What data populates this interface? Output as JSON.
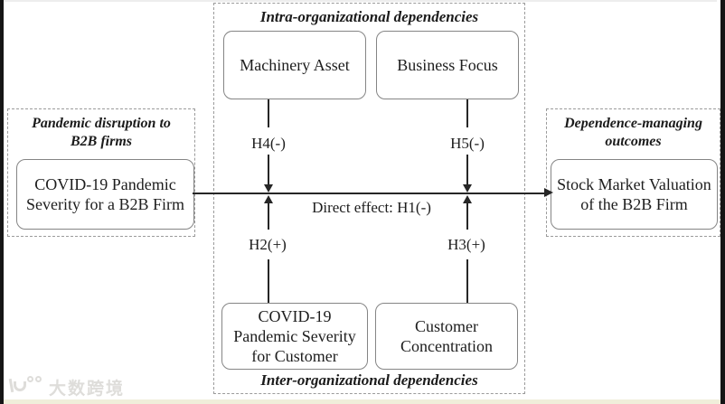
{
  "groups": {
    "intra": {
      "title": "Intra-organizational dependencies"
    },
    "inter": {
      "title": "Inter-organizational dependencies"
    },
    "pandemic_disruption": {
      "title_line1": "Pandemic disruption to",
      "title_line2": "B2B firms"
    },
    "outcomes": {
      "title_line1": "Dependence-managing",
      "title_line2": "outcomes"
    }
  },
  "nodes": {
    "firm_severity": {
      "line1": "COVID-19 Pandemic",
      "line2": "Severity for a B2B Firm"
    },
    "machinery_asset": {
      "label": "Machinery Asset"
    },
    "business_focus": {
      "label": "Business Focus"
    },
    "stock_valuation": {
      "line1": "Stock Market Valuation",
      "line2": "of the B2B Firm"
    },
    "customer_severity": {
      "line1": "COVID-19",
      "line2": "Pandemic Severity",
      "line3": "for Customer"
    },
    "customer_concentration": {
      "line1": "Customer",
      "line2": "Concentration"
    }
  },
  "edges": {
    "h1_label": "Direct effect: H1(-)",
    "h2_label": "H2(+)",
    "h3_label": "H3(+)",
    "h4_label": "H4(-)",
    "h5_label": "H5(-)"
  },
  "watermark": {
    "text": "大数跨境"
  },
  "colors": {
    "node_border": "#858585",
    "dashed_border": "#9b9b9b",
    "line": "#262626",
    "text": "#1d1d1d",
    "watermark": "#deddda",
    "bottom_strip": "#f0eeda",
    "side_strip": "#151515"
  }
}
